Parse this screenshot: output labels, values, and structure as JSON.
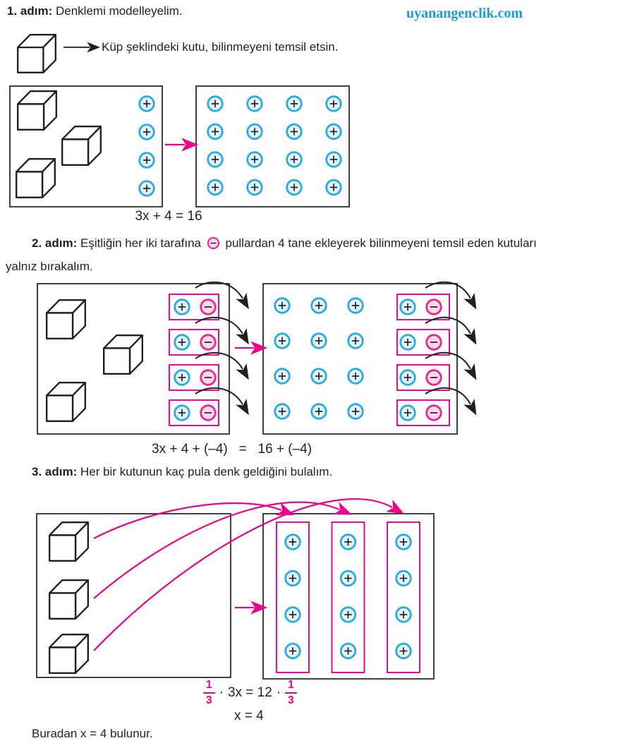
{
  "watermark": "uyanangenclik.com",
  "colors": {
    "accent_pink": "#EC008C",
    "accent_cyan": "#29ABE2",
    "coin_plus_fill": "#E4F4FC",
    "coin_minus_fill": "#FAD9EA",
    "watermark_blue": "#1B9CD9",
    "ink": "#231F20"
  },
  "step1": {
    "label": "1. adım:",
    "title": "Denklemi modelleyelim.",
    "legend_text": "Küp şeklindeki kutu, bilinmeyeni temsil etsin.",
    "caption": "3x + 4 = 16",
    "cube_count": 3
  },
  "step2": {
    "label": "2. adım:",
    "text_before": "Eşitliğin her iki tarafına",
    "text_after": "pullardan 4 tane ekleyerek bilinmeyeni temsil eden kutuları",
    "text_line2": "yalnız bırakalım.",
    "caption": "3x + 4 + (–4)   =   16 + (–4)",
    "cube_count": 3
  },
  "step3": {
    "label": "3. adım:",
    "title": "Her bir kutunun kaç pula denk geldiğini bulalım.",
    "equation": {
      "frac_num": "1",
      "frac_den": "3",
      "dot": "·",
      "body": "3x = 12"
    },
    "result": "x = 4",
    "conclusion": "Buradan x = 4 bulunur.",
    "cube_count": 3
  },
  "counts": {
    "step1_left_plus": 4,
    "step1_right_plus": 16,
    "step2_left_pairs": 4,
    "step2_right_plus": 12,
    "step2_right_pairs": 4,
    "step3_right_plus": 12
  }
}
